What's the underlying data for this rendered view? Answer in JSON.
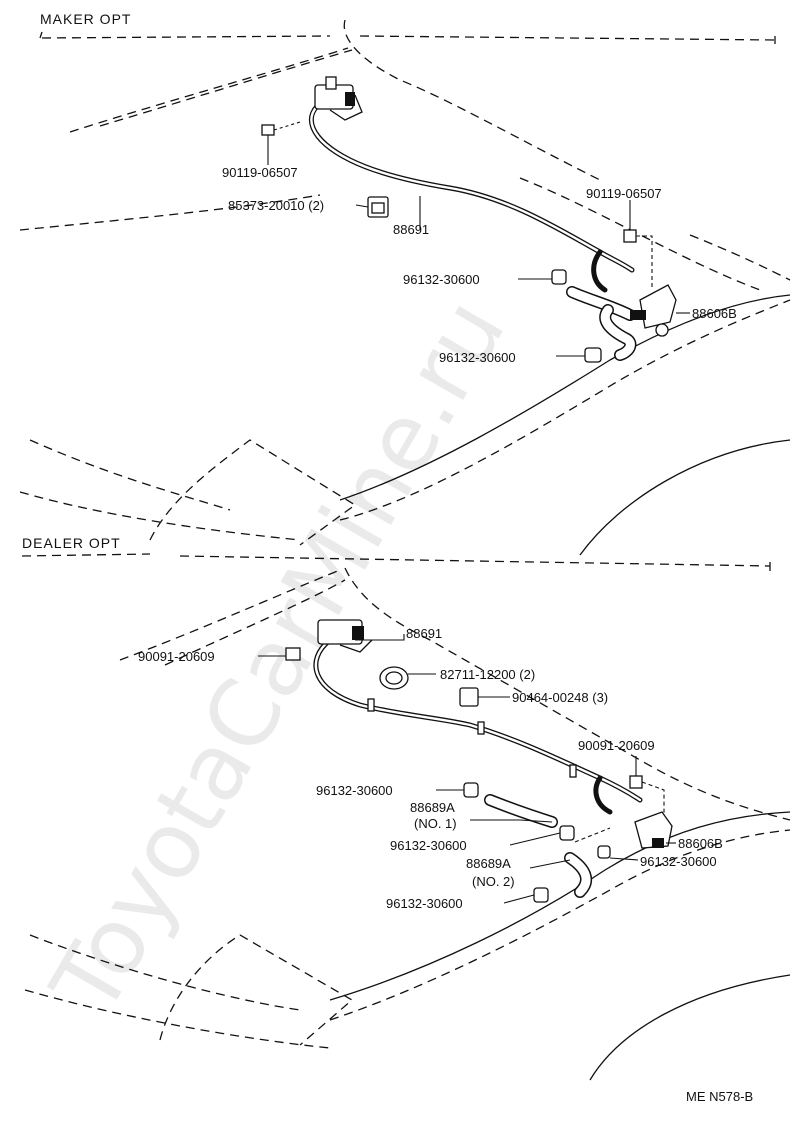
{
  "sections": {
    "maker": "MAKER  OPT",
    "dealer": "DEALER  OPT"
  },
  "maker_labels": [
    {
      "id": "maker-part-90119-06507-a",
      "text": "90119-06507"
    },
    {
      "id": "maker-part-85373-20010",
      "text": "85373-20010 (2)"
    },
    {
      "id": "maker-part-88691",
      "text": "88691"
    },
    {
      "id": "maker-part-90119-06507-b",
      "text": "90119-06507"
    },
    {
      "id": "maker-part-96132-30600-a",
      "text": "96132-30600"
    },
    {
      "id": "maker-part-88606b",
      "text": "88606B"
    },
    {
      "id": "maker-part-96132-30600-b",
      "text": "96132-30600"
    }
  ],
  "dealer_labels": [
    {
      "id": "dealer-part-88691",
      "text": "88691"
    },
    {
      "id": "dealer-part-90091-20609-a",
      "text": "90091-20609"
    },
    {
      "id": "dealer-part-82711-12200",
      "text": "82711-12200 (2)"
    },
    {
      "id": "dealer-part-90464-00248",
      "text": "90464-00248 (3)"
    },
    {
      "id": "dealer-part-90091-20609-b",
      "text": "90091-20609"
    },
    {
      "id": "dealer-part-96132-30600-a",
      "text": "96132-30600"
    },
    {
      "id": "dealer-part-88689a-no1",
      "text": "88689A"
    },
    {
      "id": "dealer-part-88689a-no1-sub",
      "text": "(NO. 1)"
    },
    {
      "id": "dealer-part-96132-30600-b",
      "text": "96132-30600"
    },
    {
      "id": "dealer-part-88606b",
      "text": "88606B"
    },
    {
      "id": "dealer-part-96132-30600-c",
      "text": "96132-30600"
    },
    {
      "id": "dealer-part-88689a-no2",
      "text": "88689A"
    },
    {
      "id": "dealer-part-88689a-no2-sub",
      "text": "(NO. 2)"
    },
    {
      "id": "dealer-part-96132-30600-d",
      "text": "96132-30600"
    }
  ],
  "footer": {
    "code": "ME  N578-B"
  },
  "watermark": "ToyotaCarMine.ru"
}
